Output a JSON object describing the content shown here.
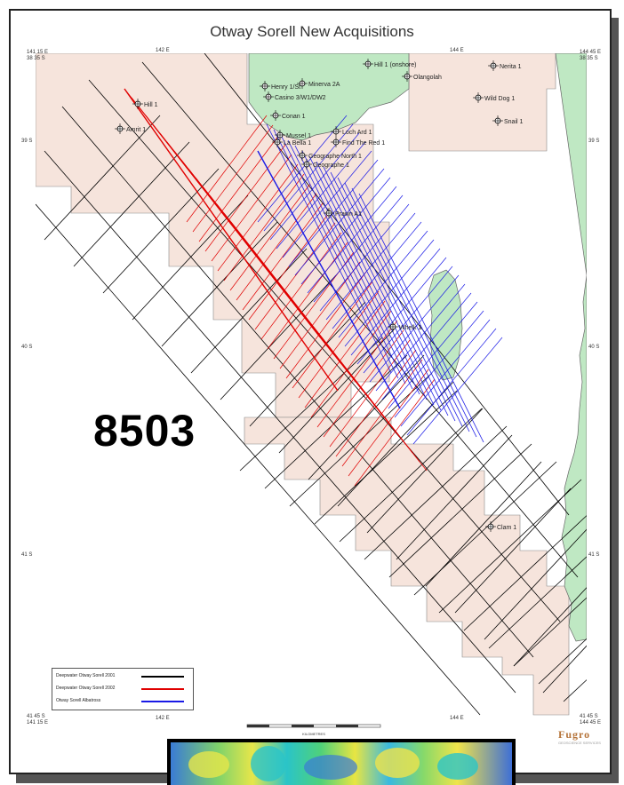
{
  "map": {
    "title": "Otway Sorell New Acquisitions",
    "corners": {
      "top_left": "141 15 E\n38 35 S",
      "top_right": "144 45 E\n38 35 S",
      "bottom_left": "41 45 S\n141 15 E",
      "bottom_right": "41 45 S\n144 45 E"
    },
    "lon_ticks": [
      "142 E",
      "144 E"
    ],
    "lat_ticks": [
      "39 S",
      "40 S",
      "41 S"
    ],
    "block_label": "8503",
    "wells": [
      {
        "name": "Hill 1"
      },
      {
        "name": "Amrit 1"
      },
      {
        "name": "Mussel 1"
      },
      {
        "name": "La Bella 1"
      },
      {
        "name": "Loch Ard 1"
      },
      {
        "name": "Find The Red 1"
      },
      {
        "name": "Conan 1"
      },
      {
        "name": "Geographe North 1"
      },
      {
        "name": "Geographe 1"
      },
      {
        "name": "Prawn A1"
      },
      {
        "name": "Whelk 1"
      },
      {
        "name": "Clam 1"
      },
      {
        "name": "Nerita 1"
      },
      {
        "name": "Wild Dog 1"
      },
      {
        "name": "Snail 1"
      },
      {
        "name": "Olangolah"
      },
      {
        "name": "Hill 1 (onshore)"
      },
      {
        "name": "Henry 1/St"
      },
      {
        "name": "Casino 3/W1/DW2"
      },
      {
        "name": "Minerva 2A"
      }
    ],
    "legend": [
      {
        "label": "Deepwater Otway Sorell 2001",
        "color": "#000000"
      },
      {
        "label": "Deepwater Otway Sorell 2002",
        "color": "#e00000"
      },
      {
        "label": "Otway Sorell Albatross",
        "color": "#1a1ae6"
      }
    ],
    "scale_label": "KILOMETRES",
    "logo": "Fugro",
    "logo_sub": "GEOSCIENCE SERVICES"
  },
  "colors": {
    "permit": "#f6e4dc",
    "land": "#bfe8c3",
    "sea": "#ffffff",
    "line_2001": "#000000",
    "line_2002": "#e00000",
    "line_albatross": "#1a1ae6"
  }
}
